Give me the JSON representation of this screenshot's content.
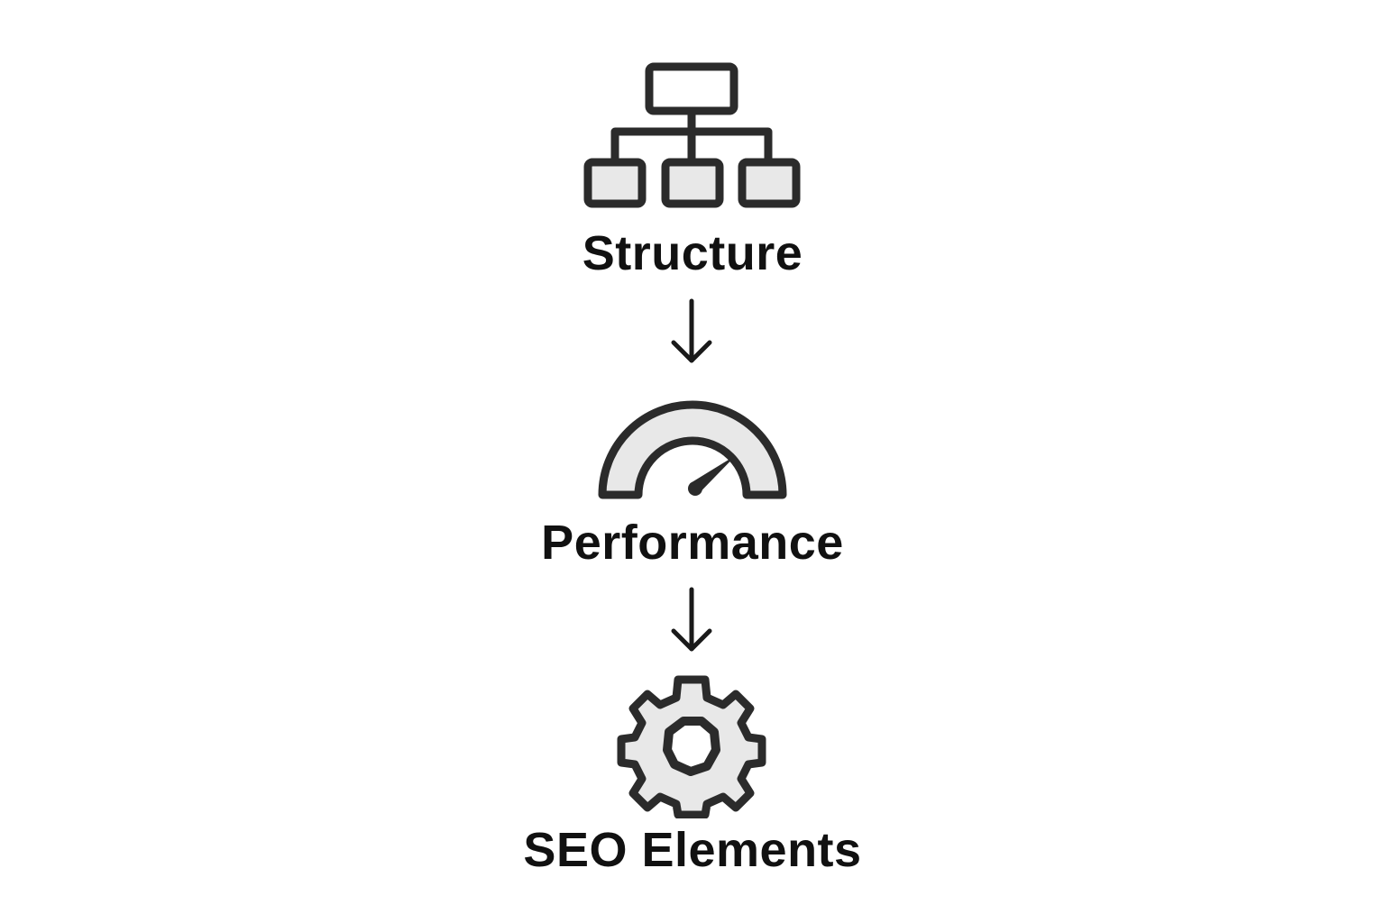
{
  "diagram": {
    "type": "vertical-flow",
    "colors": {
      "stroke": "#2b2b2b",
      "fill": "#e8e8e8",
      "text": "#111111",
      "background": "#ffffff"
    },
    "steps": [
      {
        "label": "Structure",
        "icon": "sitemap-hierarchy-icon"
      },
      {
        "label": "Performance",
        "icon": "speedometer-gauge-icon"
      },
      {
        "label": "SEO Elements",
        "icon": "gear-icon"
      }
    ],
    "connectors": [
      {
        "from": "Structure",
        "to": "Performance",
        "icon": "arrow-down-icon"
      },
      {
        "from": "Performance",
        "to": "SEO Elements",
        "icon": "arrow-down-icon"
      }
    ]
  }
}
